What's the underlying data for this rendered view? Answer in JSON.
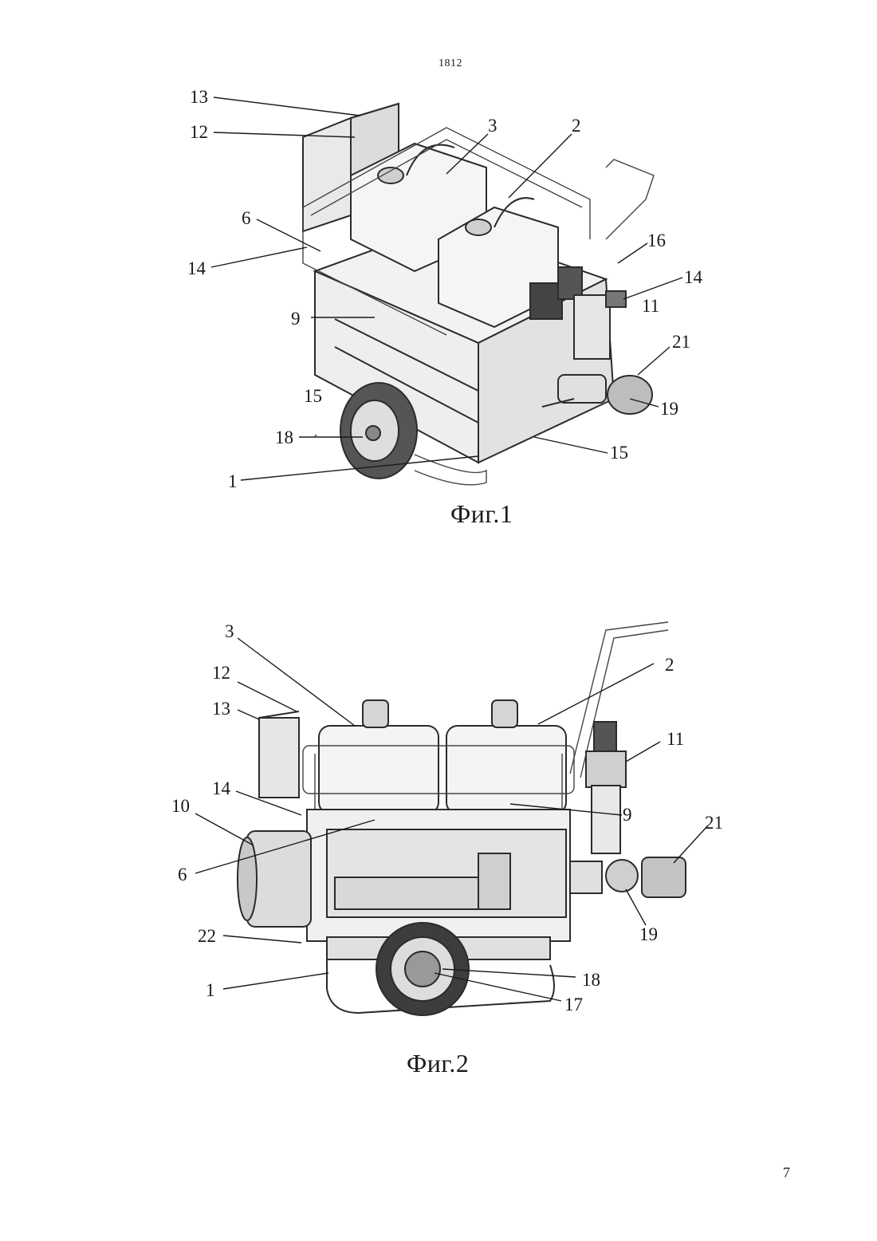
{
  "header": {
    "doc_number": "1812"
  },
  "footer": {
    "page_number": "7"
  },
  "figure1": {
    "caption": "Фиг.1",
    "labels": [
      "13",
      "12",
      "3",
      "2",
      "6",
      "16",
      "14",
      "14",
      "11",
      "9",
      "21",
      "15",
      "19",
      "18",
      "15",
      "1"
    ]
  },
  "figure2": {
    "caption": "Фиг.2",
    "labels": [
      "3",
      "2",
      "12",
      "11",
      "13",
      "14",
      "9",
      "10",
      "21",
      "6",
      "19",
      "22",
      "18",
      "1",
      "17"
    ]
  }
}
